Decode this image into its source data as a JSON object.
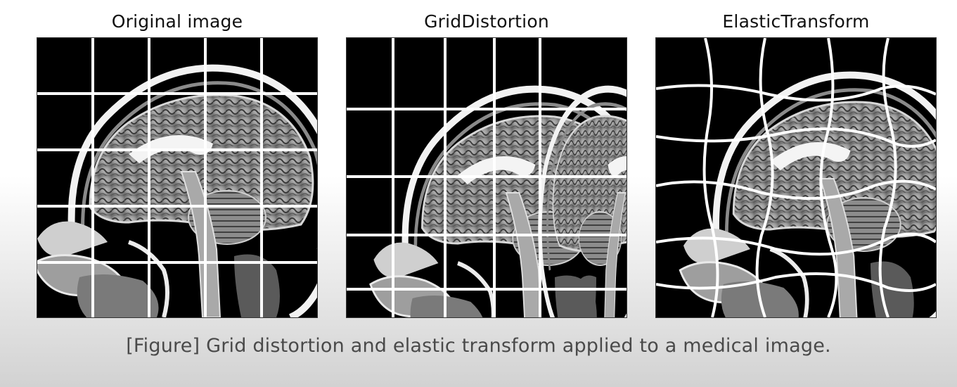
{
  "panels": [
    {
      "title": "Original image"
    },
    {
      "title": "GridDistortion"
    },
    {
      "title": "ElasticTransform"
    }
  ],
  "caption": {
    "tag": "[Figure]",
    "text": " Grid distortion and elastic transform applied to a medical image."
  }
}
